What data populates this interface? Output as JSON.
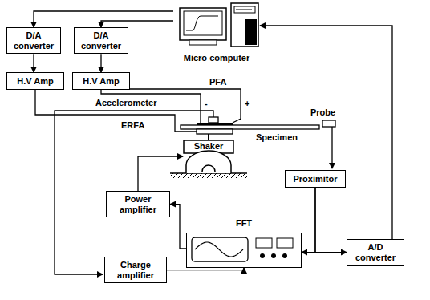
{
  "diagram": {
    "nodes": [
      {
        "text": [
          "D/A converter"
        ]
      },
      {
        "text": [
          "D/A converter"
        ]
      },
      {
        "text": [
          "H.V Amp"
        ]
      },
      {
        "text": [
          "H.V Amp"
        ]
      },
      {
        "text": [
          "Micro computer"
        ]
      },
      {
        "text": [
          "Shaker"
        ]
      },
      {
        "text": [
          "Power amplifier"
        ]
      },
      {
        "text": [
          "Proximitor"
        ]
      },
      {
        "text": [
          "FFT"
        ]
      },
      {
        "text": [
          "Charge amplifier"
        ]
      },
      {
        "text": [
          "A/D converter"
        ]
      }
    ],
    "edges": [
      {
        "from": 4,
        "to": 0,
        "arrow": "to"
      },
      {
        "from": 4,
        "to": 1,
        "arrow": "to"
      },
      {
        "from": 0,
        "to": 2,
        "arrow": "to"
      },
      {
        "from": 1,
        "to": 3,
        "arrow": "to"
      },
      {
        "from": 9,
        "to": 8,
        "arrow": "to"
      },
      {
        "from": 8,
        "to": 6,
        "arrow": "to"
      },
      {
        "from": 6,
        "to": 5,
        "arrow": "to"
      },
      {
        "from": 7,
        "to": 8,
        "arrow": "to"
      },
      {
        "from": 7,
        "to": 10,
        "arrow": "to"
      },
      {
        "from": 10,
        "to": 4,
        "arrow": "to"
      }
    ],
    "labels": [
      "Accelerometer",
      "PFA",
      "-",
      "+",
      "ERFA",
      "Specimen",
      "Probe"
    ]
  }
}
